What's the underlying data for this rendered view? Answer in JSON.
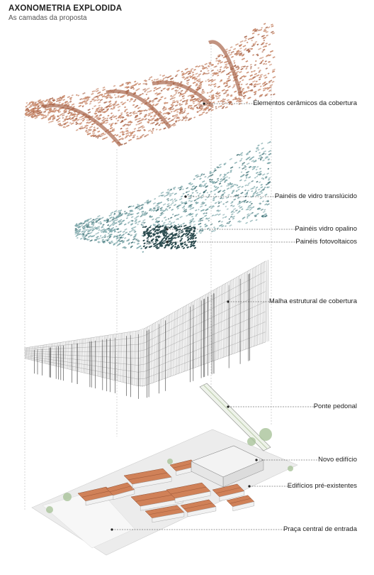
{
  "header": {
    "title": "AXONOMETRIA EXPLODIDA",
    "subtitle": "As camadas da proposta"
  },
  "labels": {
    "ceramics": "Elementos cerâmicos da cobertura",
    "glass_translucent": "Painéis de vidro translúcido",
    "glass_opal": "Painéis vidro opalino",
    "photovoltaic": "Painéis fotovoltaicos",
    "structure": "Malha estrutural de cobertura",
    "bridge": "Ponte pedonal",
    "new_building": "Novo edifício",
    "existing_buildings": "Edifícios pré-existentes",
    "square": "Praça central de entrada"
  },
  "colors": {
    "ceramic": "#c98a6c",
    "ceramic_dark": "#a8654a",
    "glass": "#7fa9ac",
    "glass_dark": "#3e6f74",
    "pv": "#27484c",
    "structure": "#9a9a9a",
    "roof": "#d08158",
    "ground": "#ececec",
    "leader": "#333333"
  }
}
